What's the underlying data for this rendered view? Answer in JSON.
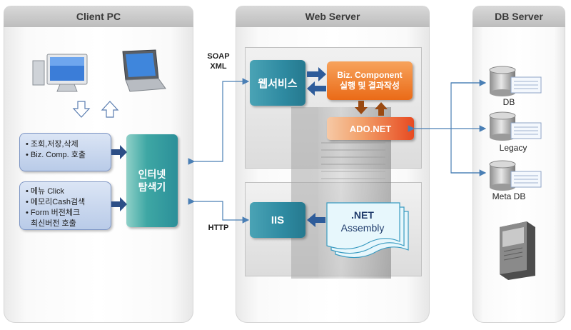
{
  "columns": {
    "client": "Client PC",
    "web": "Web Server",
    "db": "DB Server"
  },
  "client": {
    "box1_lines": [
      "• 조회,저장,삭제",
      "• Biz. Comp. 호출"
    ],
    "box2_lines": [
      "• 메뉴 Click",
      "• 메모리Cash검색",
      "• Form 버전체크",
      "  최신버전 호출"
    ],
    "browser": [
      "인터넷",
      "탐색기"
    ]
  },
  "protocols": {
    "soap": [
      "SOAP",
      "XML"
    ],
    "http": "HTTP"
  },
  "web": {
    "webservice": "웹서비스",
    "biz": [
      "Biz. Component",
      "실행 및 결과작성"
    ],
    "ado": "ADO.NET",
    "iis": "IIS",
    "assembly": [
      ".NET",
      "Assembly"
    ]
  },
  "db": {
    "labels": [
      "DB",
      "Legacy",
      "Meta DB"
    ]
  },
  "colors": {
    "connector": "#4a7fb5",
    "teal": "#2e8aa1",
    "orange": "#ea6a17",
    "brown_arrow": "#9a4a12"
  }
}
